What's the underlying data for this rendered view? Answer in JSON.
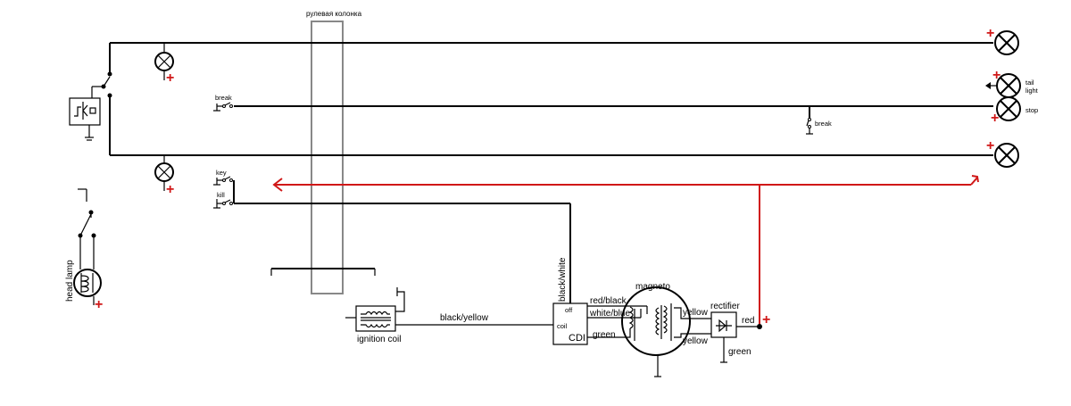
{
  "column_label": "рулевая колонка",
  "colors": {
    "wire": "#000000",
    "feed": "#d01818",
    "column": "#888888"
  },
  "icons": [
    "lamp-icon",
    "ground-icon",
    "switch-icon",
    "coil-icon",
    "diode-icon",
    "relay-icon"
  ],
  "plus": "+",
  "labels": {
    "break_left": "break",
    "break_right": "break",
    "key": "key",
    "kill": "kill",
    "head_lamp": "head lamp",
    "tail_light_1": "tail",
    "tail_light_2": "light",
    "stop": "stop",
    "black_white": "black/white",
    "black_yellow": "black/yellow",
    "ignition_coil": "ignition coil",
    "cdi_off": "off",
    "cdi_coil": "coil",
    "cdi": "CDI",
    "magneto": "magneto",
    "red_black": "red/black",
    "white_blue": "white/blue",
    "green_mag": "green",
    "yellow_top": "yellow",
    "yellow_bottom": "yellow",
    "rectifier": "rectifier",
    "red": "red",
    "green_rect": "green"
  }
}
